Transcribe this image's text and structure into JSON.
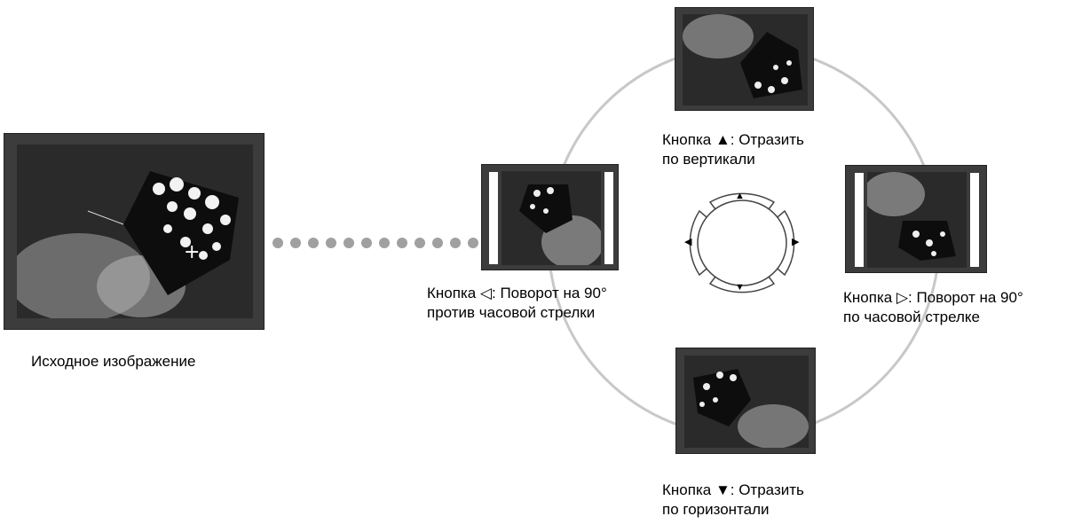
{
  "original": {
    "caption": "Исходное изображение"
  },
  "actions": {
    "up": {
      "line1": "Кнопка ▲: Отразить",
      "line2": "по вертикали"
    },
    "left": {
      "line1": "Кнопка ◁: Поворот на 90°",
      "line2": "против часовой стрелки"
    },
    "right": {
      "line1": "Кнопка ▷: Поворот на 90°",
      "line2": "по часовой стрелке"
    },
    "down": {
      "line1": "Кнопка ▼: Отразить",
      "line2": "по горизонтали"
    }
  },
  "dpad": {
    "up_symbol": "▲",
    "down_symbol": "▼",
    "left_symbol": "◀",
    "right_symbol": "▶"
  },
  "colors": {
    "frame": "#3c3c3c",
    "connector": "#c8c8c8",
    "dots": "#a0a0a0"
  },
  "icons": [
    "butterfly-photo",
    "dpad-icon"
  ]
}
